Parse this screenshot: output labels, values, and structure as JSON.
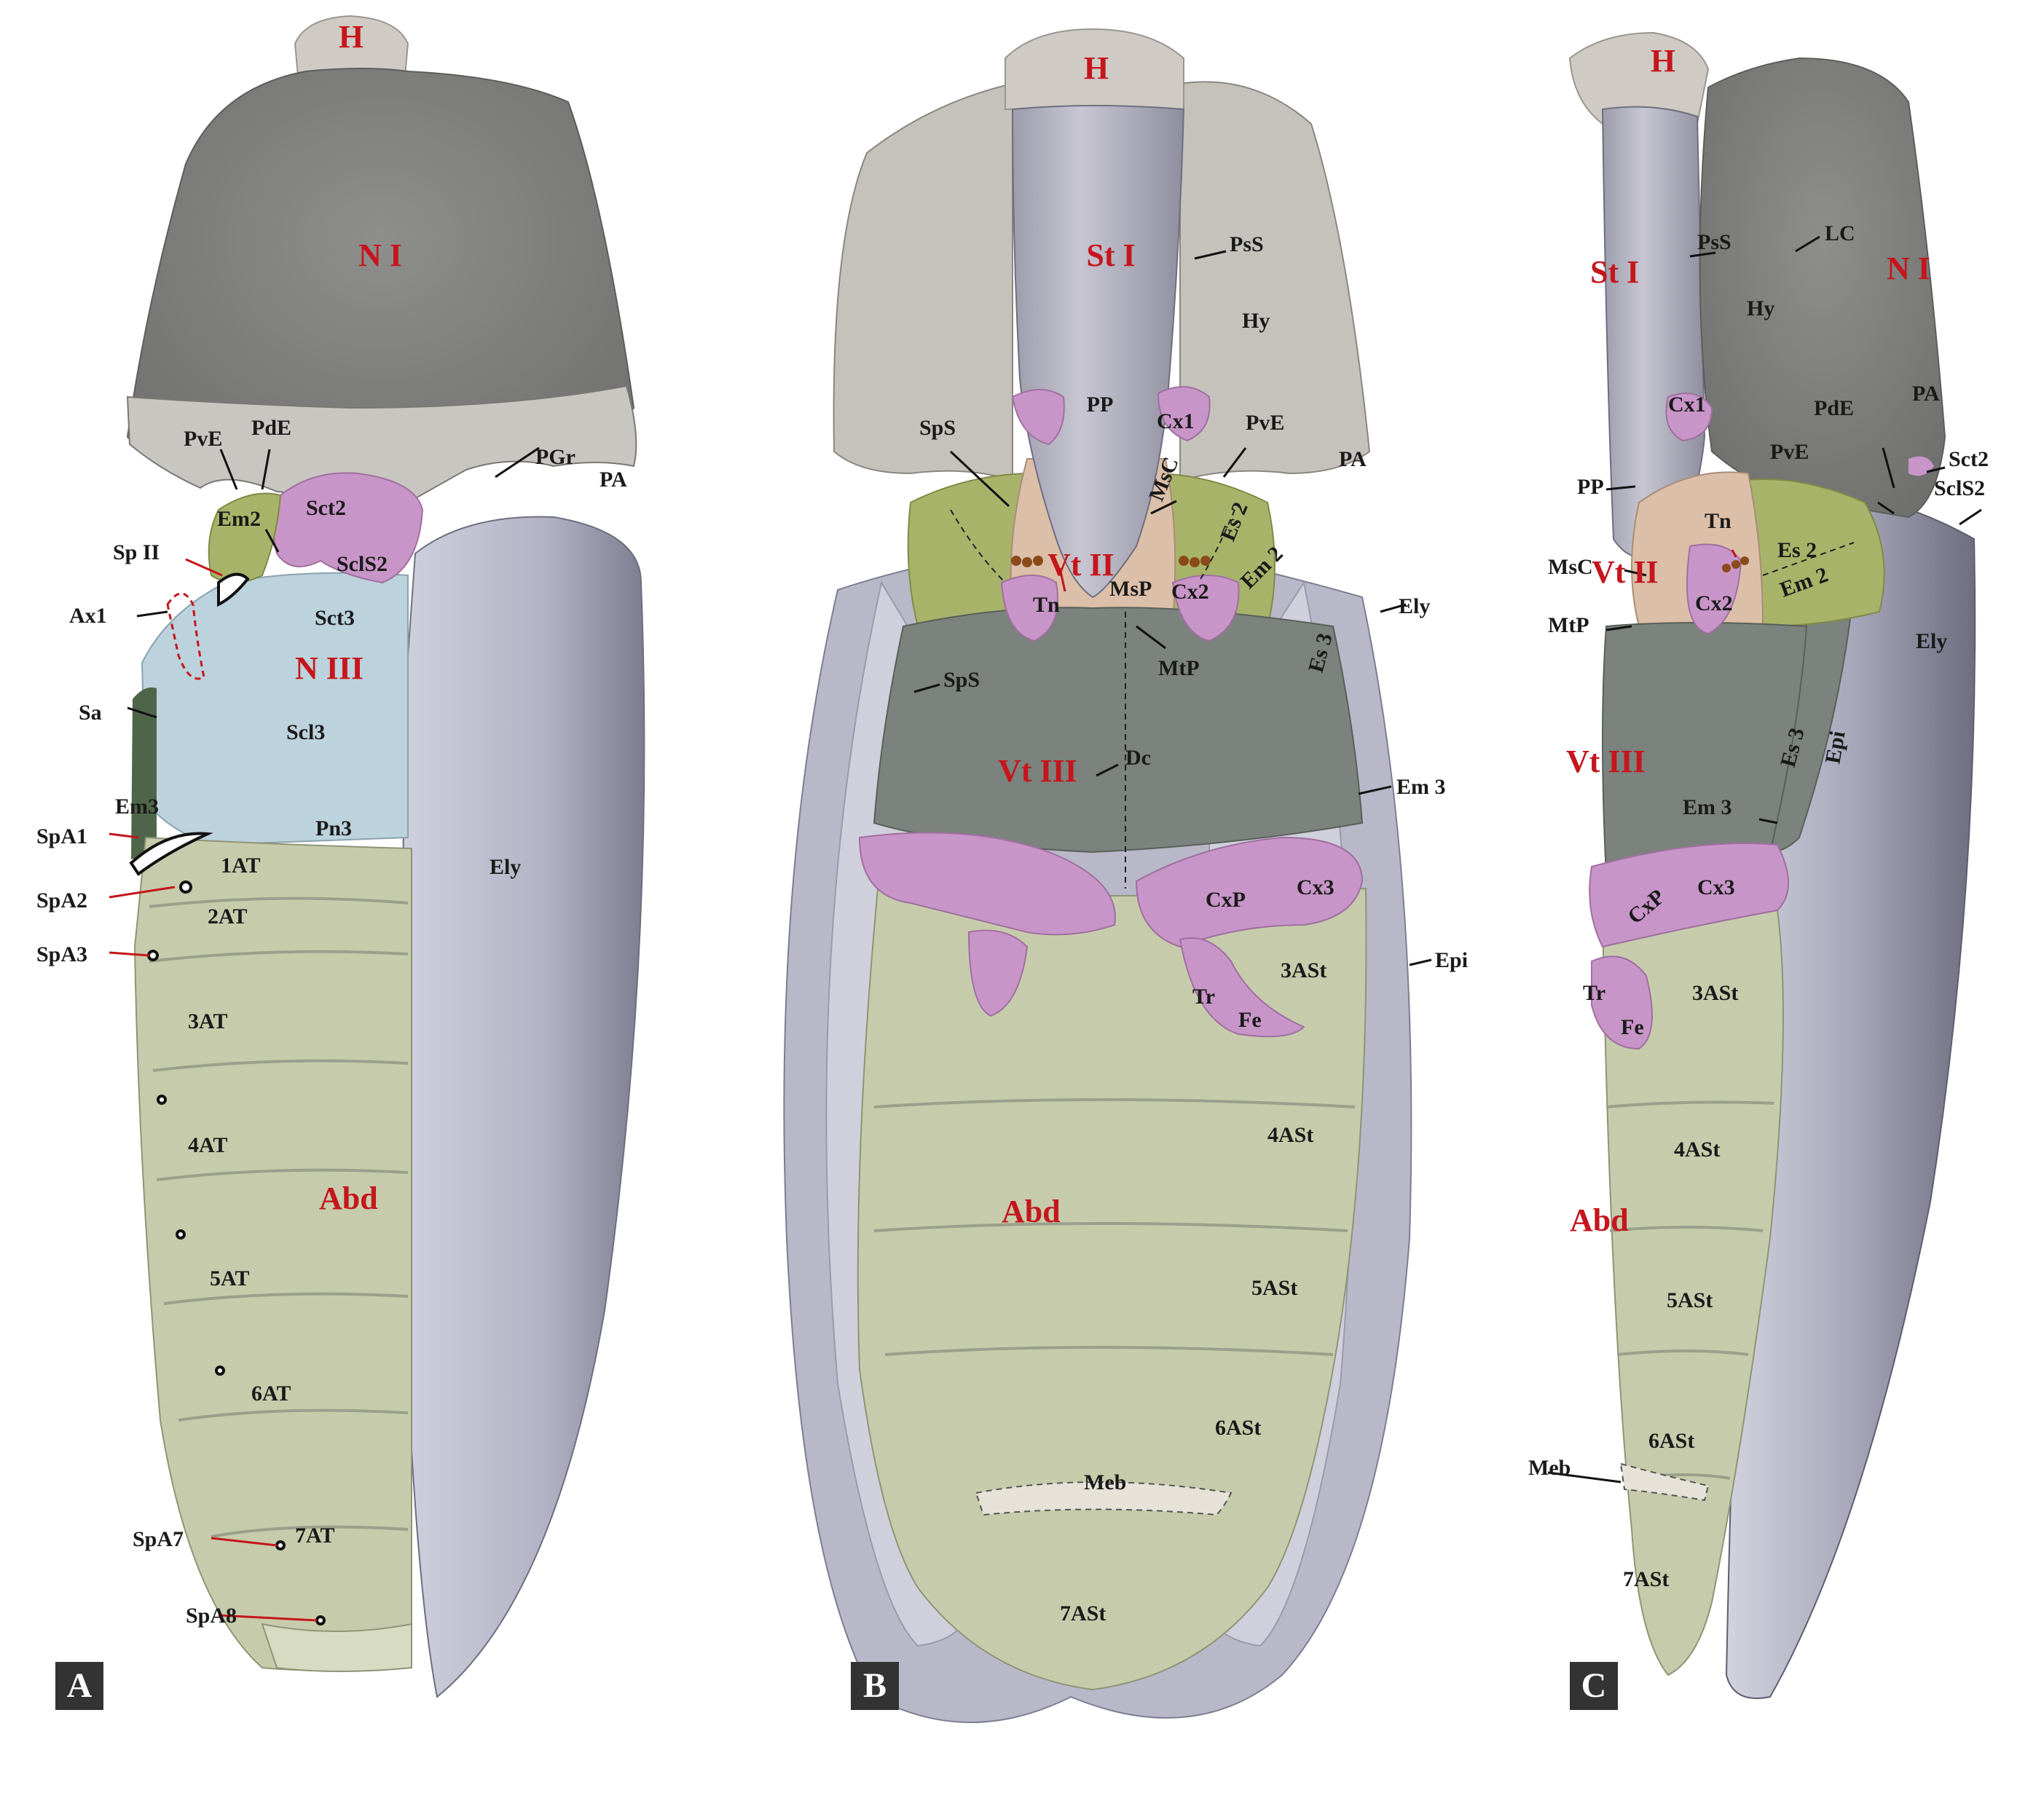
{
  "colors": {
    "head": "#cfcbc4",
    "pronotum": "#8a8a88",
    "prosternum": "#b5b4c2",
    "elytron": "#b8b8c8",
    "abdomen": "#c6ccab",
    "metathorax_blue": "#bcd2dc",
    "coxa_pink": "#c895c8",
    "mesoventrite_tan": "#dcbfa8",
    "episternum_green": "#a8b36a",
    "metaventrite": "#7c827d",
    "label_red": "#c4161c",
    "label_black": "#1a1a1a"
  },
  "panels": [
    {
      "letter": "A",
      "labels": [
        {
          "t": "H",
          "red": true
        },
        {
          "t": "N I",
          "red": true
        },
        {
          "t": "PvE"
        },
        {
          "t": "PdE"
        },
        {
          "t": "PGr"
        },
        {
          "t": "PA"
        },
        {
          "t": "Sct2"
        },
        {
          "t": "SclS2"
        },
        {
          "t": "Em2"
        },
        {
          "t": "Sp II"
        },
        {
          "t": "Ax1"
        },
        {
          "t": "Sct3"
        },
        {
          "t": "N III",
          "red": true
        },
        {
          "t": "Sa"
        },
        {
          "t": "Scl3"
        },
        {
          "t": "Em3"
        },
        {
          "t": "SpA1"
        },
        {
          "t": "Pn3"
        },
        {
          "t": "1AT"
        },
        {
          "t": "SpA2"
        },
        {
          "t": "2AT"
        },
        {
          "t": "SpA3"
        },
        {
          "t": "3AT"
        },
        {
          "t": "4AT"
        },
        {
          "t": "Abd",
          "red": true
        },
        {
          "t": "5AT"
        },
        {
          "t": "6AT"
        },
        {
          "t": "SpA7"
        },
        {
          "t": "7AT"
        },
        {
          "t": "SpA8"
        },
        {
          "t": "Ely"
        }
      ]
    },
    {
      "letter": "B",
      "labels": [
        {
          "t": "H",
          "red": true
        },
        {
          "t": "St I",
          "red": true
        },
        {
          "t": "PsS"
        },
        {
          "t": "Hy"
        },
        {
          "t": "PP"
        },
        {
          "t": "Cx1"
        },
        {
          "t": "PvE"
        },
        {
          "t": "SpS"
        },
        {
          "t": "PA"
        },
        {
          "t": "Vt II",
          "red": true
        },
        {
          "t": "MsC"
        },
        {
          "t": "Es 2"
        },
        {
          "t": "Em 2"
        },
        {
          "t": "Tn"
        },
        {
          "t": "MsP"
        },
        {
          "t": "Cx2"
        },
        {
          "t": "Ely"
        },
        {
          "t": "MtP"
        },
        {
          "t": "SpS"
        },
        {
          "t": "Es 3"
        },
        {
          "t": "Vt III",
          "red": true
        },
        {
          "t": "Dc"
        },
        {
          "t": "Em 3"
        },
        {
          "t": "CxP"
        },
        {
          "t": "Cx3"
        },
        {
          "t": "3ASt"
        },
        {
          "t": "Epi"
        },
        {
          "t": "Tr"
        },
        {
          "t": "Fe"
        },
        {
          "t": "4ASt"
        },
        {
          "t": "Abd",
          "red": true
        },
        {
          "t": "5ASt"
        },
        {
          "t": "6ASt"
        },
        {
          "t": "Meb"
        },
        {
          "t": "7ASt"
        }
      ]
    },
    {
      "letter": "C",
      "labels": [
        {
          "t": "H",
          "red": true
        },
        {
          "t": "PsS"
        },
        {
          "t": "LC"
        },
        {
          "t": "St I",
          "red": true
        },
        {
          "t": "N I",
          "red": true
        },
        {
          "t": "Hy"
        },
        {
          "t": "Cx1"
        },
        {
          "t": "PdE"
        },
        {
          "t": "PA"
        },
        {
          "t": "Sct2"
        },
        {
          "t": "PP"
        },
        {
          "t": "PvE"
        },
        {
          "t": "SclS2"
        },
        {
          "t": "MsC"
        },
        {
          "t": "Tn"
        },
        {
          "t": "Es 2"
        },
        {
          "t": "Vt II",
          "red": true
        },
        {
          "t": "Em 2"
        },
        {
          "t": "Cx2"
        },
        {
          "t": "Ely"
        },
        {
          "t": "MtP"
        },
        {
          "t": "Es 3"
        },
        {
          "t": "Epi"
        },
        {
          "t": "Vt III",
          "red": true
        },
        {
          "t": "Em 3"
        },
        {
          "t": "CxP"
        },
        {
          "t": "Cx3"
        },
        {
          "t": "Tr"
        },
        {
          "t": "3ASt"
        },
        {
          "t": "Fe"
        },
        {
          "t": "4ASt"
        },
        {
          "t": "Abd",
          "red": true
        },
        {
          "t": "5ASt"
        },
        {
          "t": "Meb"
        },
        {
          "t": "6ASt"
        },
        {
          "t": "7ASt"
        }
      ]
    }
  ]
}
